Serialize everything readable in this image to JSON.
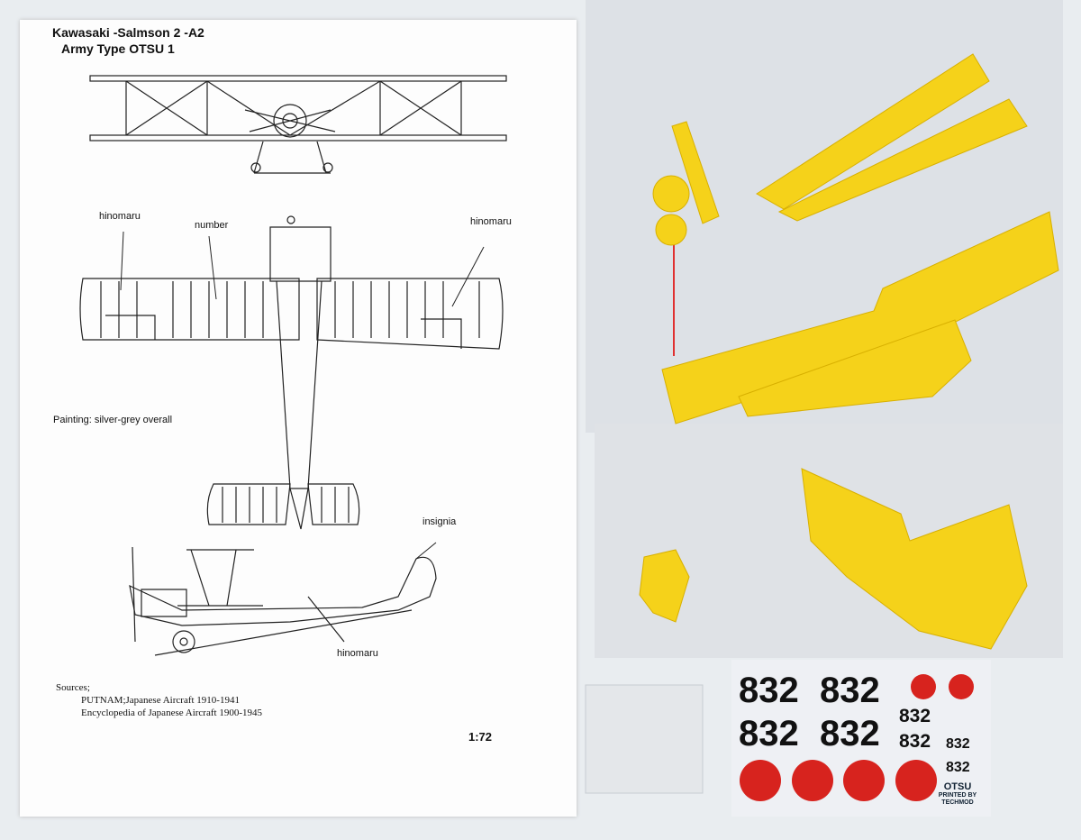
{
  "instruction_sheet": {
    "title_line1": "Kawasaki -Salmson 2 -A2",
    "title_line2": "Army Type OTSU 1",
    "labels": {
      "hinomaru_left": "hinomaru",
      "number": "number",
      "hinomaru_right": "hinomaru",
      "painting": "Painting: silver-grey overall",
      "insignia": "insignia",
      "hinomaru_side": "hinomaru"
    },
    "sources_heading": "Sources;",
    "sources": [
      "PUTNAM;Japanese Aircraft 1910-1941",
      "Encyclopedia of Japanese Aircraft 1900-1945"
    ],
    "scale": "1:72"
  },
  "decal_sheet": {
    "large_numbers": [
      "832",
      "832",
      "832",
      "832"
    ],
    "small_numbers": [
      "832",
      "832",
      "832",
      "832"
    ],
    "title": "OTSU",
    "printer_line1": "PRINTED BY",
    "printer_line2": "TECHMOD",
    "insignia_color": "#d7231e"
  },
  "colors": {
    "resin": "#f5d21a",
    "paper": "#fdfdfd"
  }
}
